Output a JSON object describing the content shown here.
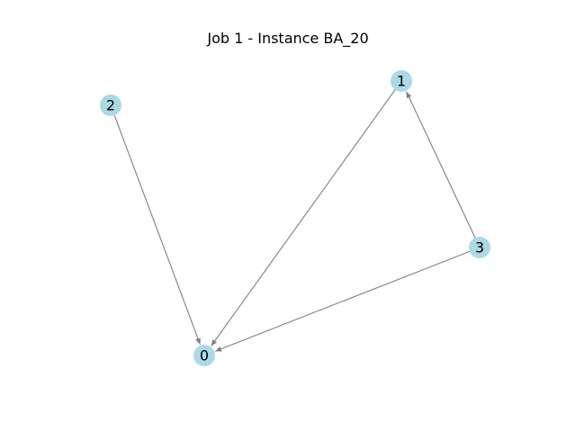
{
  "title": "Job 1 - Instance BA_20",
  "graph": {
    "node_color": "#add8e6",
    "edge_color": "#808080",
    "label_color": "#000000",
    "nodes": [
      {
        "id": "0",
        "label": "0"
      },
      {
        "id": "1",
        "label": "1"
      },
      {
        "id": "2",
        "label": "2"
      },
      {
        "id": "3",
        "label": "3"
      }
    ],
    "edges": [
      {
        "from": "2",
        "to": "0"
      },
      {
        "from": "1",
        "to": "0"
      },
      {
        "from": "3",
        "to": "0"
      },
      {
        "from": "3",
        "to": "1"
      }
    ]
  }
}
